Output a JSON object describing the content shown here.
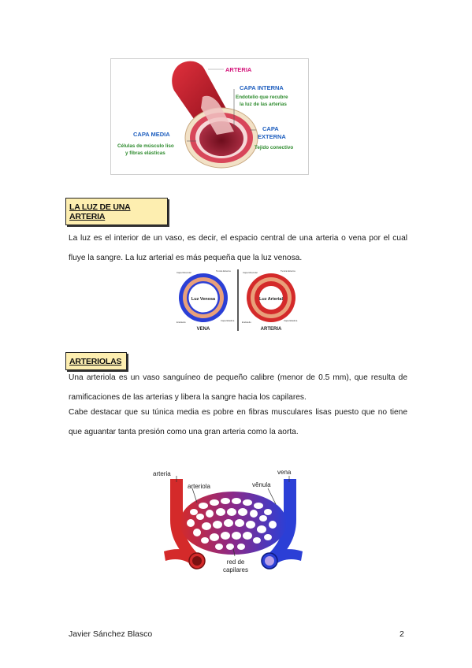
{
  "figure1": {
    "label_arteria": "ARTERIA",
    "label_capa_interna": "CAPA INTERNA",
    "desc_interna_1": "Endotelio que recubre",
    "desc_interna_2": "la luz de las arterias",
    "label_capa_media": "CAPA MEDIA",
    "desc_media_1": "Células de músculo liso",
    "desc_media_2": "y fibras elásticas",
    "label_capa_externa_1": "CAPA",
    "label_capa_externa_2": "EXTERNA",
    "desc_externa": "Tejido conectivo"
  },
  "section1": {
    "heading": "LA LUZ DE UNA ARTERIA",
    "paragraph": "La luz es el interior de un vaso, es decir, el espacio central de una arteria o vena por el cual fluye la sangre. La luz arterial es más pequeña que la luz venosa."
  },
  "figure2": {
    "vena_label": "VENA",
    "vena_center": "Luz Venosa",
    "arteria_label": "ARTERIA",
    "arteria_center": "Luz Arterial",
    "small_capa_muscular": "Capa Muscular",
    "small_tunica_externa": "Tunica Externa",
    "small_endotelio": "Endotelio",
    "small_capa_elastica": "Capa Elastica"
  },
  "section2": {
    "heading": "ARTERIOLAS",
    "paragraph1": "Una arteriola es un vaso sanguíneo de pequeño calibre (menor de 0.5 mm), que resulta de ramificaciones de las arterias y libera la sangre hacia los capilares.",
    "paragraph2": "Cabe destacar que su túnica media es pobre en fibras musculares lisas puesto que no tiene que aguantar tanta presión como una gran arteria como la aorta."
  },
  "figure3": {
    "label_arteria": "arteria",
    "label_arteriola": "arteriola",
    "label_vena": "vena",
    "label_venula": "vênula",
    "label_red_1": "red de",
    "label_red_2": "capilares"
  },
  "footer": {
    "author": "Javier Sánchez Blasco",
    "page_number": "2"
  },
  "colors": {
    "heading_bg": "#fdeeb0",
    "artery_red": "#c0232f",
    "vein_blue": "#2b3fd6",
    "label_magenta": "#d4147a",
    "label_blue": "#1f5fbf",
    "label_green": "#2e8b2e"
  }
}
